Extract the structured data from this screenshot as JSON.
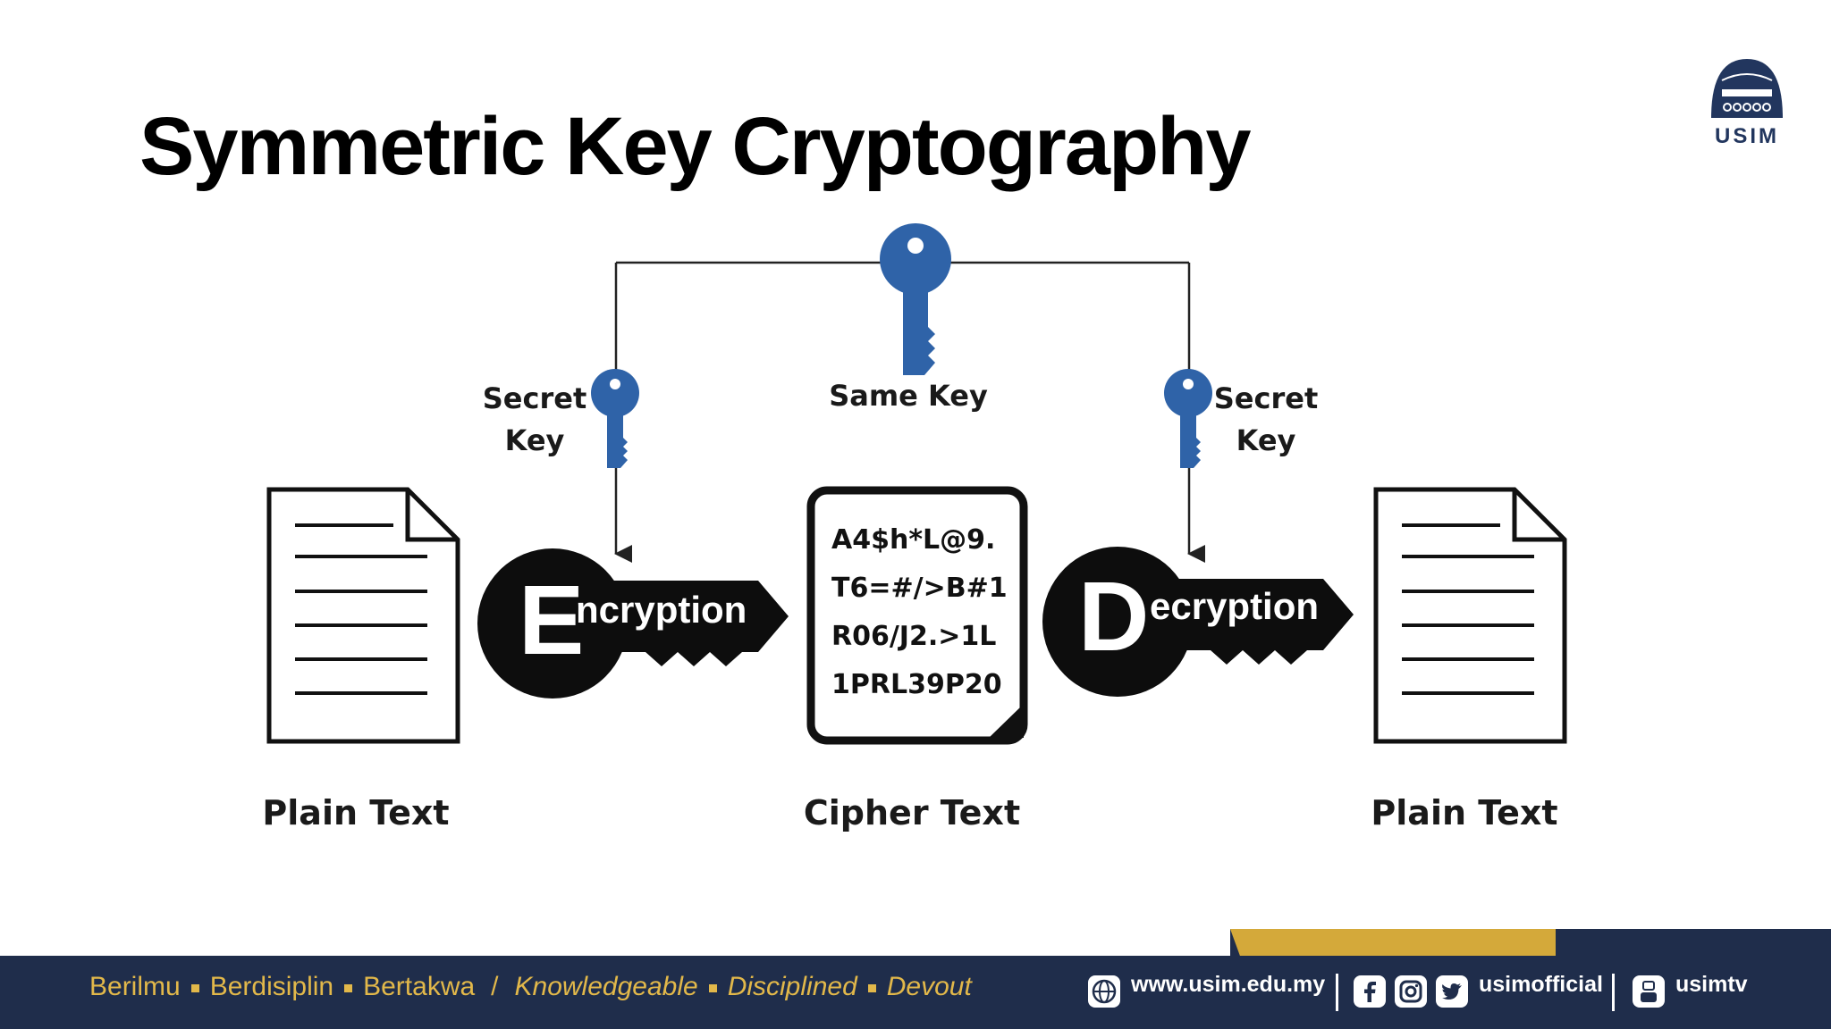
{
  "slide": {
    "title": "Symmetric Key Cryptography"
  },
  "diagram": {
    "top_key_label": "Same Key",
    "left_key_label_1": "Secret",
    "left_key_label_2": "Key",
    "right_key_label_1": "Secret",
    "right_key_label_2": "Key",
    "encryption_initial": "E",
    "encryption_rest": "ncryption",
    "decryption_initial": "D",
    "decryption_rest": "ecryption",
    "cipher_lines": [
      "A4$h*L@9.",
      "T6=#/>B#1",
      "R06/J2.>1L",
      "1PRL39P20"
    ],
    "left_doc_label": "Plain Text",
    "cipher_doc_label": "Cipher Text",
    "right_doc_label": "Plain Text",
    "key_color": "#2f63a8",
    "icons": [
      "key-icon",
      "document-icon",
      "cipher-document-icon"
    ]
  },
  "logo": {
    "text": "USIM"
  },
  "footer": {
    "motto_1": "Berilmu",
    "motto_2": "Berdisiplin",
    "motto_3": "Bertakwa",
    "motto_sep": "/",
    "motto_4": "Knowledgeable",
    "motto_5": "Disciplined",
    "motto_6": "Devout",
    "website": "www.usim.edu.my",
    "social_handle": "usimofficial",
    "tv_handle": "usimtv",
    "colors": {
      "navy": "#1f2d4b",
      "gold": "#d4a93a"
    }
  }
}
